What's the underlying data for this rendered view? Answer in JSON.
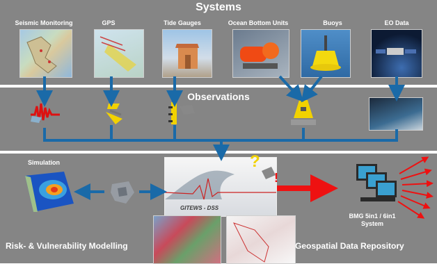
{
  "top": {
    "title": "Systems",
    "systems": [
      {
        "label": "Seismic Monitoring",
        "icon": "map-thumbnail"
      },
      {
        "label": "GPS",
        "icon": "satellite-map-thumbnail"
      },
      {
        "label": "Tide Gauges",
        "icon": "tide-gauge-hut-photo"
      },
      {
        "label": "Ocean Bottom Units",
        "icon": "ocean-bottom-unit-photo"
      },
      {
        "label": "Buoys",
        "icon": "buoy-photo"
      },
      {
        "label": "EO Data",
        "icon": "satellite-photo"
      }
    ]
  },
  "middle": {
    "title": "Observations"
  },
  "bottom": {
    "simulation_label": "Simulation",
    "dss_logo_text": "GITEWS - DSS",
    "output_label": "BMG 5in1 / 6in1 System",
    "left_caption": "Risk- & Vulnerability Modelling",
    "right_caption": "Geospatial Data Repository"
  },
  "colors": {
    "band": "#858585",
    "flow_arrow": "#1a6aa8",
    "alert_arrow": "#ee1111",
    "seismic": "#dd1111",
    "sensor_yellow": "#f2d200"
  }
}
